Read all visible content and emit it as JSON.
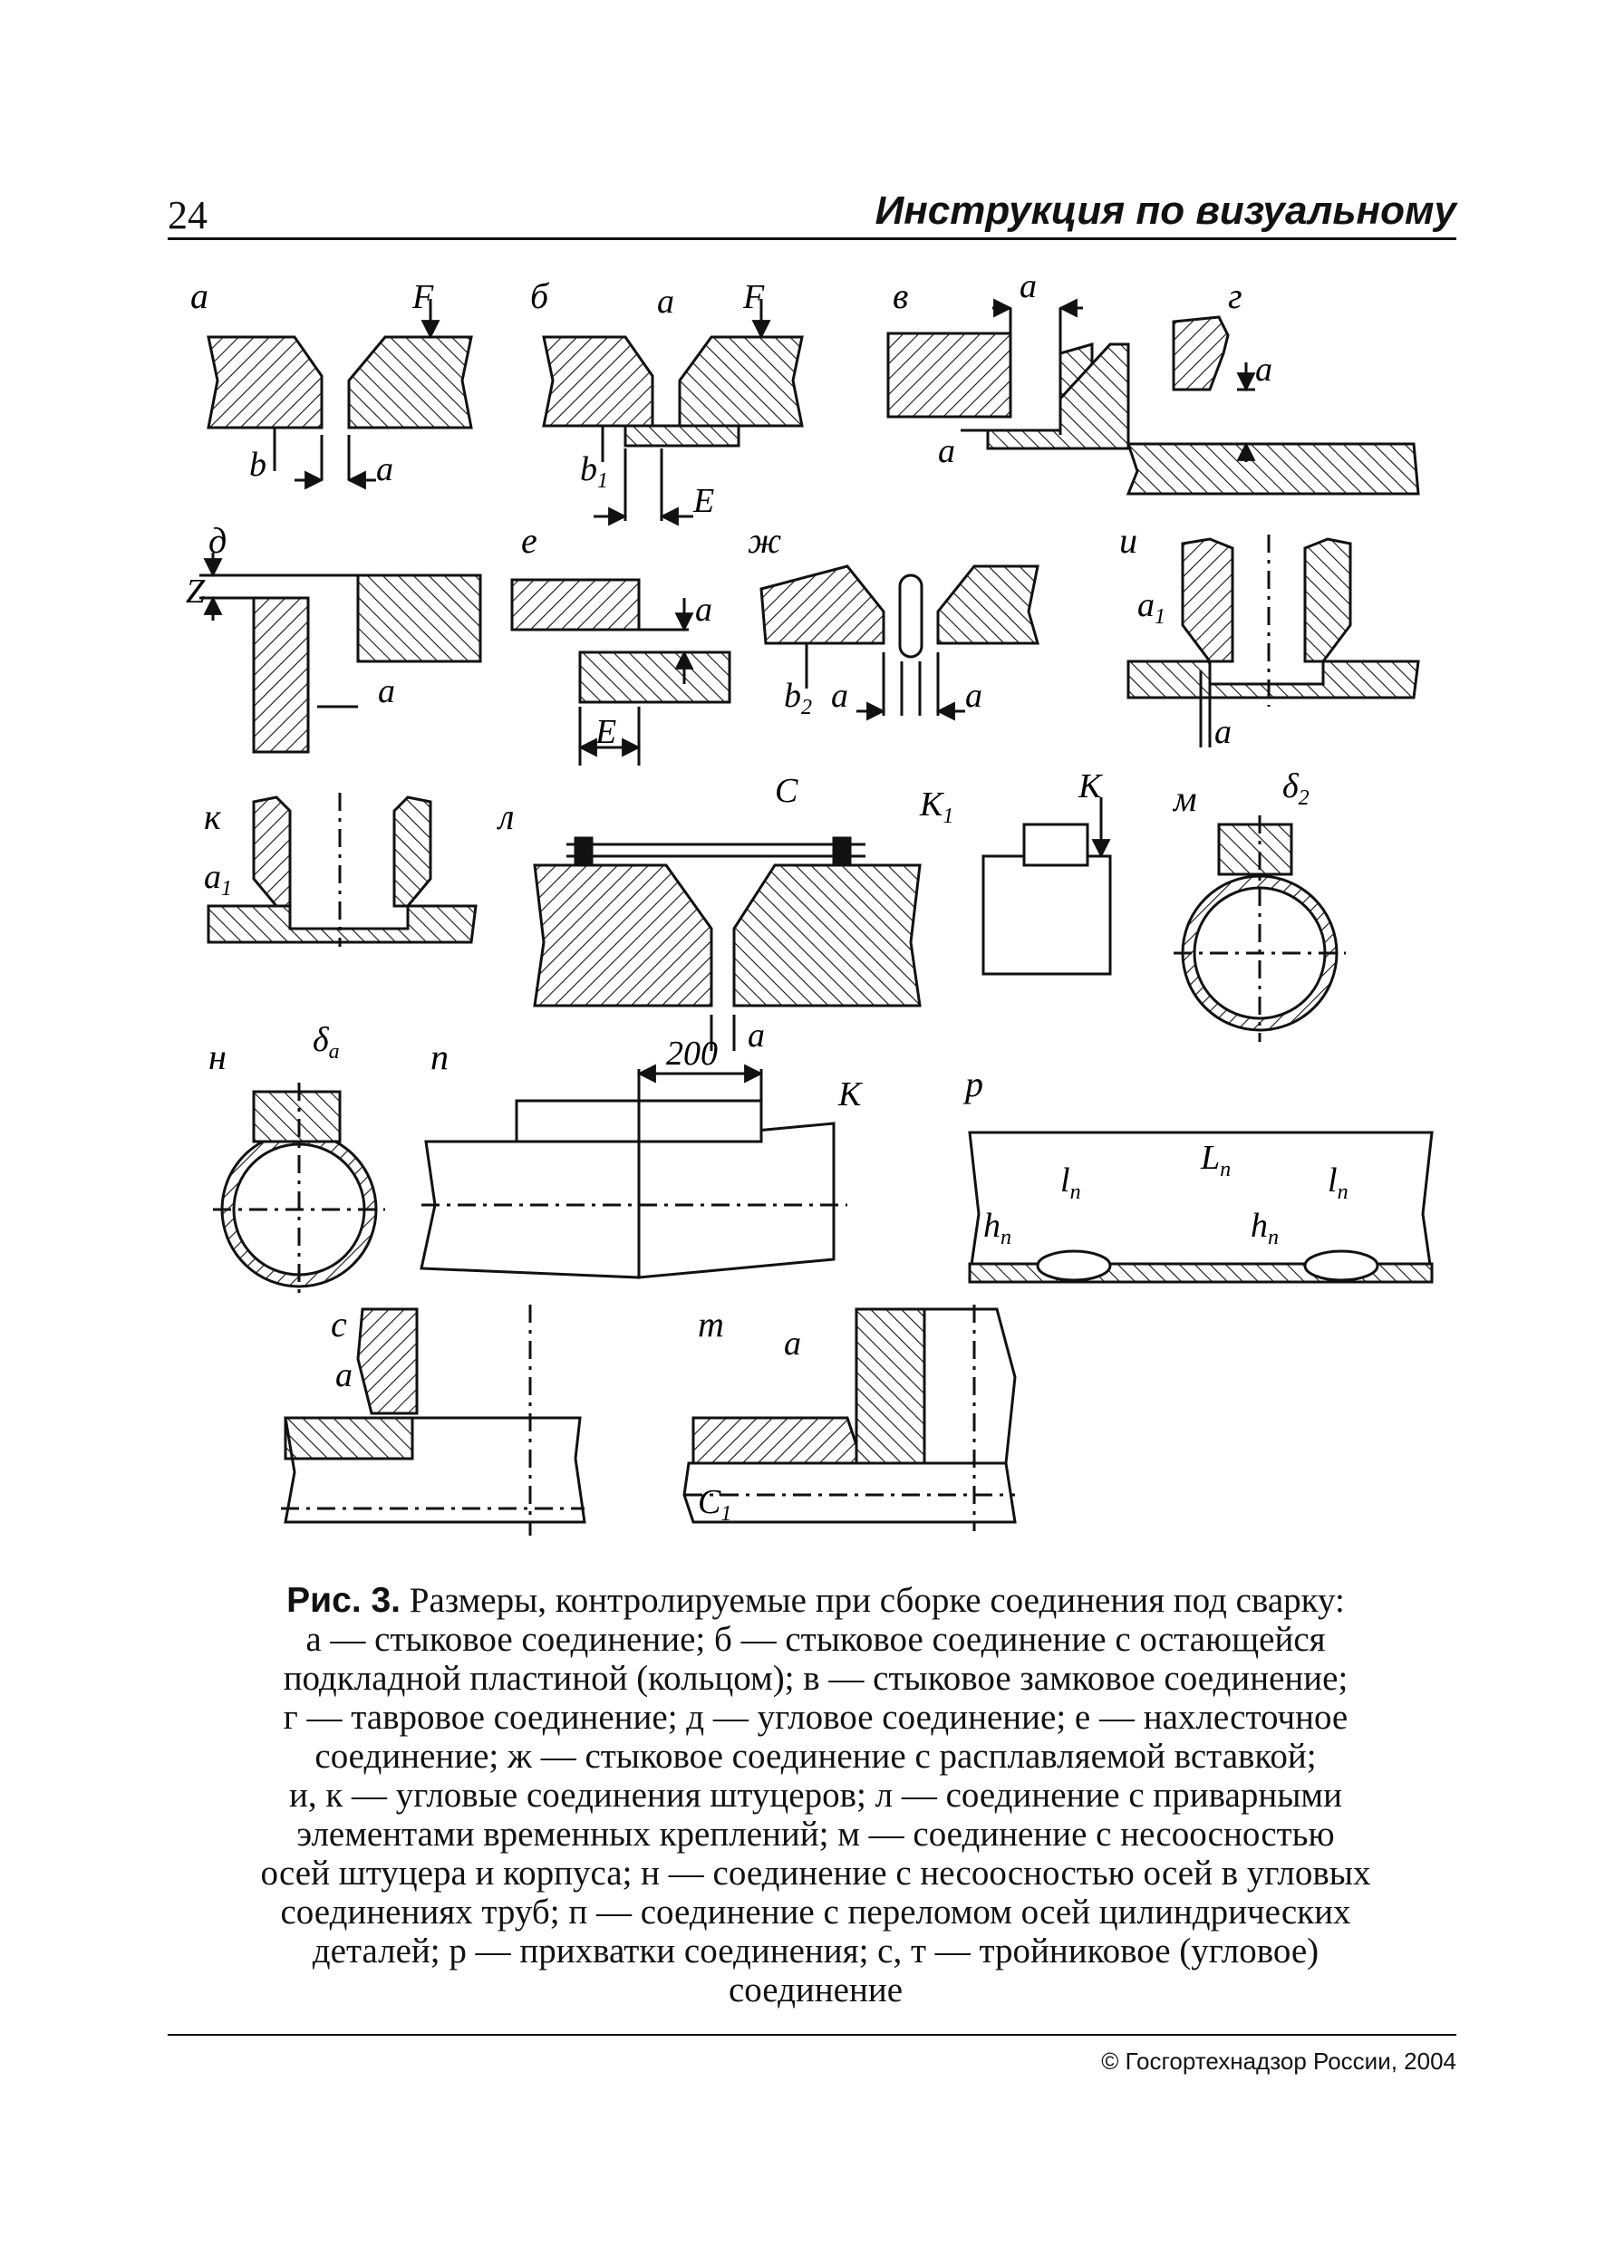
{
  "header": {
    "page_number": "24",
    "title": "Инструкция по визуальному"
  },
  "figure": {
    "panel_labels": {
      "a": "а",
      "b": "б",
      "v": "в",
      "g": "г",
      "d": "д",
      "e": "е",
      "zh": "ж",
      "i": "и",
      "k": "к",
      "l": "л",
      "m": "м",
      "n": "н",
      "p": "п",
      "r": "р",
      "s": "с",
      "t": "т"
    },
    "dims": {
      "F": "F",
      "a": "a",
      "b": "b",
      "b1": "b",
      "b1_sub": "1",
      "b2": "b",
      "b2_sub": "2",
      "E": "E",
      "Z": "Z",
      "a1": "a",
      "a1_sub": "1",
      "C": "C",
      "K": "K",
      "K1": "K",
      "K1_sub": "1",
      "delta": "δ",
      "delta2_sub": "2",
      "deltaa_sub": "a",
      "dim200": "200",
      "h": "h",
      "h_sub": "п",
      "l": "l",
      "l_sub": "п",
      "L": "L",
      "L_sub": "п",
      "C1": "C",
      "C1_sub": "1"
    }
  },
  "caption": {
    "lead": "Рис. 3.",
    "lines": [
      "Размеры, контролируемые при сборке соединения под сварку:",
      "а — стыковое соединение; б — стыковое соединение с остающейся",
      "подкладной пластиной (кольцом); в — стыковое замковое соединение;",
      "г — тавровое соединение; д — угловое соединение; е — нахлесточное",
      "соединение; ж — стыковое соединение с расплавляемой вставкой;",
      "и, к — угловые соединения штуцеров; л — соединение с приварными",
      "элементами временных креплений; м — соединение с несоосностью",
      "осей штуцера и корпуса; н — соединение с несоосностью осей в угловых",
      "соединениях труб; п — соединение с переломом осей цилиндрических",
      "деталей; р — прихватки соединения; с, т — тройниковое (угловое)",
      "соединение"
    ]
  },
  "footer": {
    "copyright": "© Госгортехнадзор России, 2004"
  }
}
